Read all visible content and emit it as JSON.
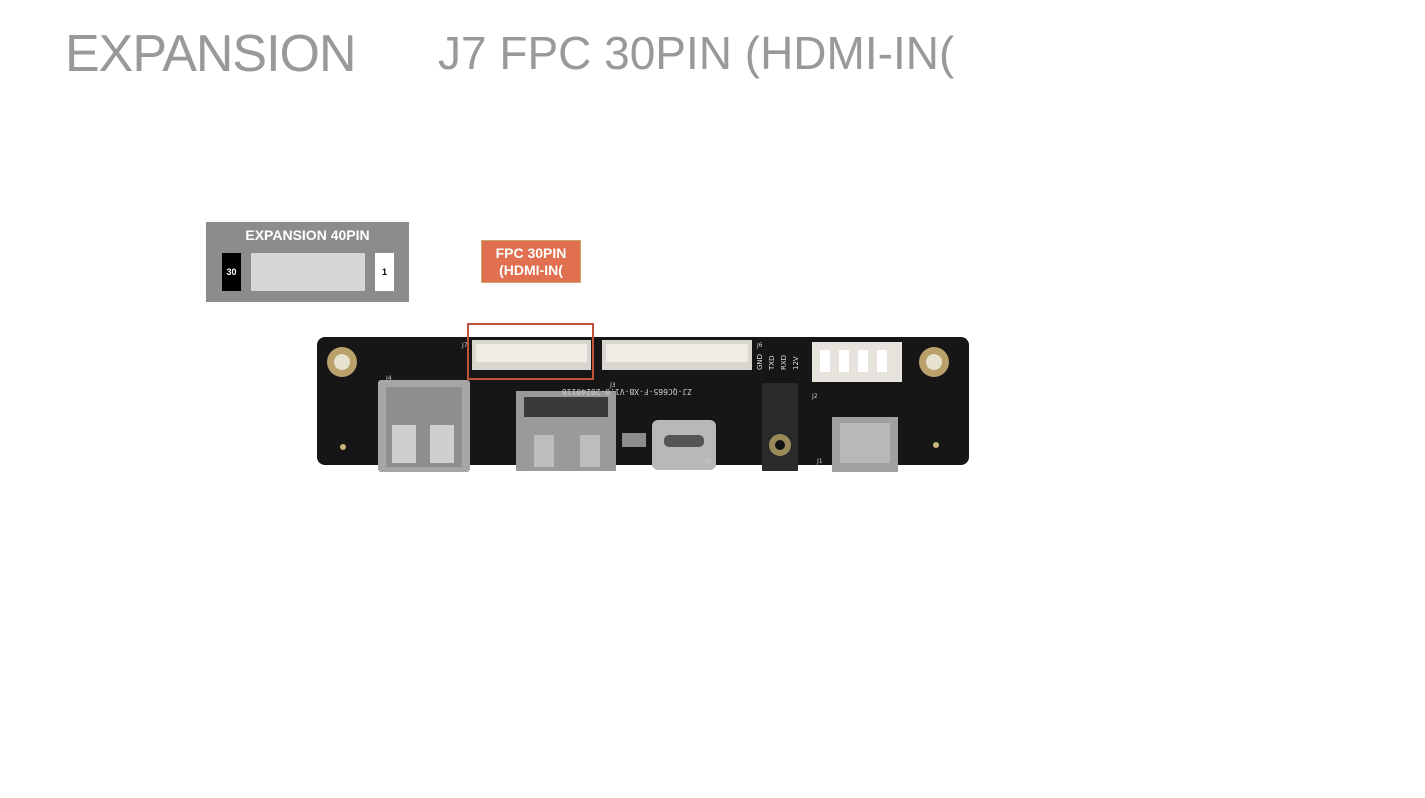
{
  "header": {
    "title": "EXPANSION",
    "subtitle": "J7 FPC 30PIN (HDMI-IN("
  },
  "legend": {
    "title": "EXPANSION 40PIN",
    "pin_first": "30",
    "pin_last": "1"
  },
  "callout": {
    "line1": "FPC 30PIN",
    "line2": "(HDMI-IN("
  },
  "board": {
    "silk_version": "ZJ-QC665-F-XB-V1.0-20240118",
    "pin_labels": [
      "GND",
      "TXD",
      "RXD",
      "12V"
    ],
    "connector_labels": [
      "J7",
      "J6",
      "J4",
      "J2",
      "J5",
      "J3",
      "J1"
    ]
  },
  "colors": {
    "title_gray": "#999999",
    "legend_gray": "#8c8c8c",
    "callout_orange": "#e07050",
    "highlight_red": "#c0543a",
    "pcb_black": "#161616"
  }
}
